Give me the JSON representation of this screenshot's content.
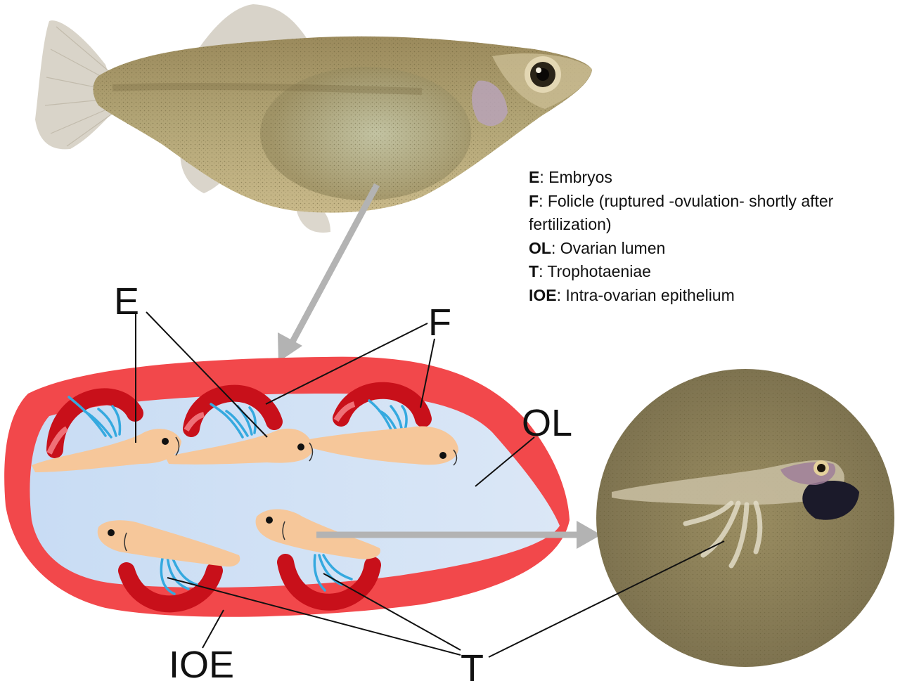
{
  "labels": {
    "embryos": "E",
    "follicle": "F",
    "ovarian_lumen": "OL",
    "trophotaeniae": "T",
    "intra_ovarian_epithelium": "IOE"
  },
  "legend": [
    {
      "abbr": "E",
      "text": ": Embryos"
    },
    {
      "abbr": "F",
      "text": ": Folicle (ruptured -ovulation- shortly after fertilization)"
    },
    {
      "abbr": "OL",
      "text": ": Ovarian lumen"
    },
    {
      "abbr": "T",
      "text": ": Trophotaeniae"
    },
    {
      "abbr": "IOE",
      "text": ": Intra-ovarian epithelium"
    }
  ],
  "colors": {
    "epithelium": "#f2484b",
    "follicle": "#c8101a",
    "lumen": "#c9dcf3",
    "embryo": "#f6c79a",
    "trophotaeniae": "#35a9df",
    "arrow": "#b3b3b3",
    "fish_body": "#a89a6e"
  }
}
